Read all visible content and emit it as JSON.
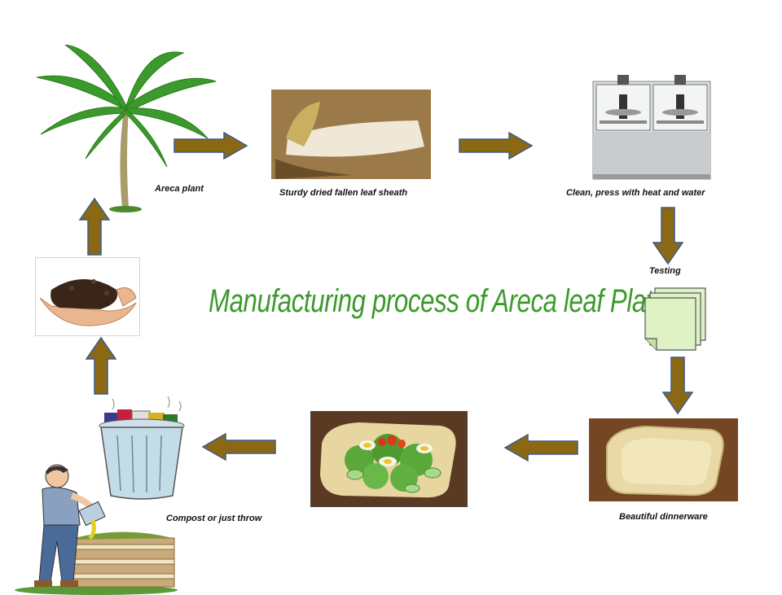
{
  "title": "Manufacturing process of Areca leaf Plates",
  "steps": {
    "areca_plant": "Areca plant",
    "leaf_sheath": "Sturdy dried fallen leaf sheath",
    "press": "Clean, press with heat and water",
    "testing": "Testing",
    "dinnerware": "Beautiful dinnerware",
    "compost": "Compost or just throw"
  },
  "colors": {
    "arrow_fill": "#8b6914",
    "arrow_stroke": "#3a5a8c",
    "title": "#3a9a2a"
  },
  "icons": [
    "palm-tree-icon",
    "leaf-sheath-photo",
    "press-machine-icon",
    "paper-stack-icon",
    "areca-plate-photo",
    "salad-plate-photo",
    "trash-bin-icon",
    "gardener-icon",
    "soil-hands-icon"
  ]
}
